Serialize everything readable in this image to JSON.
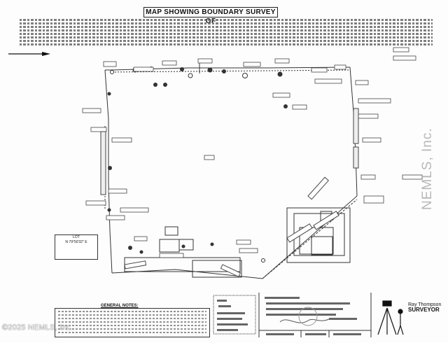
{
  "document": {
    "title": "MAP SHOWING BOUNDARY SURVEY OF",
    "general_notes_heading": "GENERAL NOTES:",
    "lot_label": "LOT",
    "bearing_label": "N 79°50'32\" E",
    "firm_name": "Ray Thompson",
    "firm_subtitle": "SURVEYOR",
    "copyright": "©2025 NEMLS, Inc.",
    "watermark": "NEMLS, Inc."
  },
  "icons": [
    "north-arrow-icon",
    "surveyor-tripod-icon"
  ]
}
